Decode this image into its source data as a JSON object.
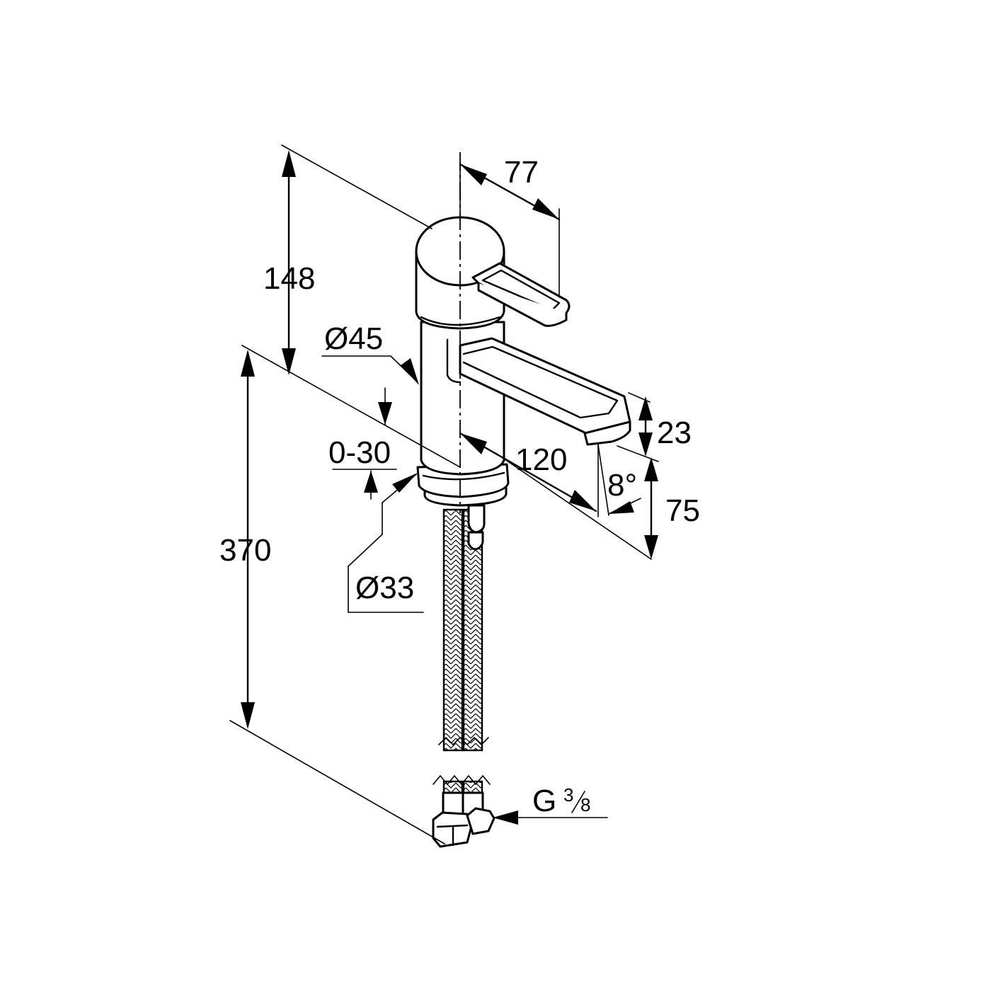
{
  "dimensions": {
    "height_top": "148",
    "height_total": "370",
    "lever_reach": "77",
    "spout_reach": "120",
    "spout_height": "23",
    "outlet_height": "75",
    "spout_angle": "8°",
    "body_diameter": "Ø45",
    "base_diameter": "Ø33",
    "deck_thickness": "0-30",
    "connection_thread": "G",
    "thread_num": "3",
    "thread_den": "8"
  }
}
